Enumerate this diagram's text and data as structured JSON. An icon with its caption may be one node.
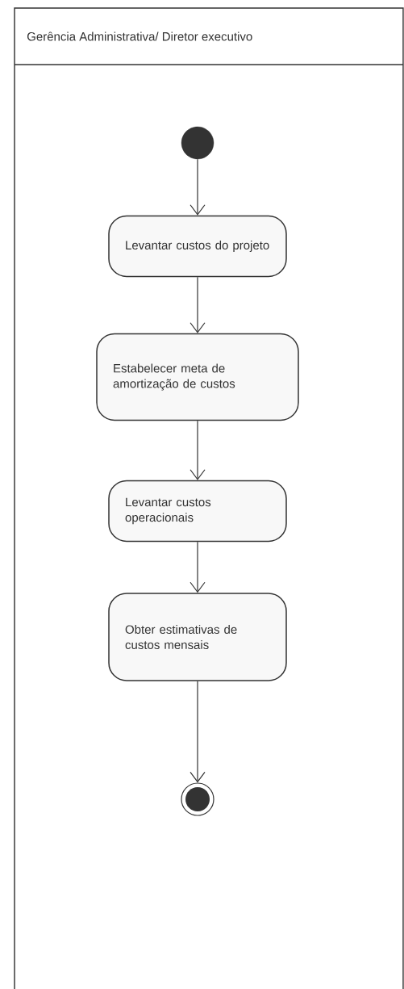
{
  "diagram": {
    "nodes": [
      {
        "text": [
          "Gerência Administrativa/ Diretor executivo"
        ]
      },
      {
        "text": [],
        "shape": "circle",
        "in": 0
      },
      {
        "text": [
          "Levantar custos do projeto"
        ],
        "in": 0
      },
      {
        "text": [
          "Estabelecer meta de amortização de custos"
        ],
        "in": 0
      },
      {
        "text": [
          "Levantar custos operacionais"
        ],
        "in": 0
      },
      {
        "text": [
          "Obter estimativas de custos mensais"
        ],
        "in": 0
      },
      {
        "text": [],
        "shape": "bullseye",
        "in": 0
      }
    ],
    "edges": [
      {
        "from": 1,
        "to": 2,
        "arrow": "to"
      },
      {
        "from": 2,
        "to": 3,
        "arrow": "to"
      },
      {
        "from": 3,
        "to": 4,
        "arrow": "to"
      },
      {
        "from": 4,
        "to": 5,
        "arrow": "to"
      },
      {
        "from": 5,
        "to": 6,
        "arrow": "to"
      }
    ]
  }
}
